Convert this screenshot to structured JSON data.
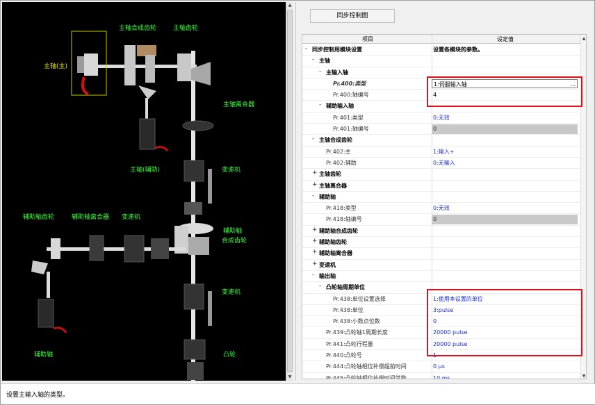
{
  "diagram": {
    "labels": {
      "main_shaft_composite_gear": "主轴合成齿轮",
      "main_shaft_gear": "主轴齿轮",
      "main_shaft_main": "主轴(主)",
      "main_shaft_clutch": "主轴离合器",
      "main_shaft_aux": "主轴(辅助)",
      "transmission_1": "变速机",
      "aux_shaft_gear": "辅助轴齿轮",
      "aux_shaft_clutch": "辅助轴离合器",
      "transmission_2": "变速机",
      "aux_composite_gear_line1": "辅助轴",
      "aux_composite_gear_line2": "合成齿轮",
      "transmission_3": "变速机",
      "aux_shaft": "辅助轴",
      "cam": "凸轮"
    },
    "colors": {
      "label_green": "#33ff33",
      "label_yellow": "#e8e000",
      "background": "#000000"
    }
  },
  "panel": {
    "sync_button": "同步控制图",
    "header": {
      "item": "项目",
      "value": "设定值"
    },
    "rows": [
      {
        "sign": "-",
        "name": "同步控制用模块设置",
        "value": "设置各模块的参数。",
        "level": 0,
        "name_style": "bold",
        "value_style": "bold"
      },
      {
        "sign": "-",
        "name": "主轴",
        "value": "",
        "level": 1,
        "name_style": "bold"
      },
      {
        "sign": "-",
        "name": "主输入轴",
        "value": "",
        "level": 2,
        "name_style": "bold"
      },
      {
        "sign": "",
        "name": "Pr.400:类型",
        "value": "1:伺服输入轴",
        "level": 3,
        "name_style": "italic",
        "value_style": "editbox"
      },
      {
        "sign": "",
        "name": "Pr.400:轴编号",
        "value": "4",
        "level": 3,
        "name_style": "normal",
        "value_style": "dark"
      },
      {
        "sign": "-",
        "name": "辅助输入轴",
        "value": "",
        "level": 2,
        "name_style": "bold"
      },
      {
        "sign": "",
        "name": "Pr.401:类型",
        "value": "0:无效",
        "level": 3,
        "name_style": "normal",
        "value_style": "blue"
      },
      {
        "sign": "",
        "name": "Pr.401:轴编号",
        "value": "0",
        "level": 3,
        "name_style": "normal",
        "value_style": "gray"
      },
      {
        "sign": "-",
        "name": "主轴合成齿轮",
        "value": "",
        "level": 1,
        "name_style": "bold"
      },
      {
        "sign": "",
        "name": "Pr.402:主",
        "value": "1:输入+",
        "level": 2,
        "name_style": "normal",
        "value_style": "blue"
      },
      {
        "sign": "",
        "name": "Pr.402:辅助",
        "value": "0:无输入",
        "level": 2,
        "name_style": "normal",
        "value_style": "blue"
      },
      {
        "sign": "+",
        "name": "主轴齿轮",
        "value": "",
        "level": 1,
        "name_style": "bold"
      },
      {
        "sign": "+",
        "name": "主轴离合器",
        "value": "",
        "level": 1,
        "name_style": "bold"
      },
      {
        "sign": "-",
        "name": "辅助轴",
        "value": "",
        "level": 1,
        "name_style": "bold"
      },
      {
        "sign": "",
        "name": "Pr.418:类型",
        "value": "0:无效",
        "level": 2,
        "name_style": "normal",
        "value_style": "blue"
      },
      {
        "sign": "",
        "name": "Pr.418:轴编号",
        "value": "0",
        "level": 2,
        "name_style": "normal",
        "value_style": "gray"
      },
      {
        "sign": "+",
        "name": "辅助轴合成齿轮",
        "value": "",
        "level": 1,
        "name_style": "bold"
      },
      {
        "sign": "+",
        "name": "辅助轴齿轮",
        "value": "",
        "level": 1,
        "name_style": "bold"
      },
      {
        "sign": "+",
        "name": "辅助轴离合器",
        "value": "",
        "level": 1,
        "name_style": "bold"
      },
      {
        "sign": "+",
        "name": "变速机",
        "value": "",
        "level": 1,
        "name_style": "bold"
      },
      {
        "sign": "-",
        "name": "输出轴",
        "value": "",
        "level": 1,
        "name_style": "bold"
      },
      {
        "sign": "-",
        "name": "凸轮轴周期单位",
        "value": "",
        "level": 2,
        "name_style": "bold"
      },
      {
        "sign": "",
        "name": "Pr.438:单位设置选择",
        "value": "1:使用本设置的单位",
        "level": 3,
        "name_style": "normal",
        "value_style": "blue"
      },
      {
        "sign": "",
        "name": "Pr.438:单位",
        "value": "3:pulse",
        "level": 3,
        "name_style": "normal",
        "value_style": "blue"
      },
      {
        "sign": "",
        "name": "Pr.438:小数点位数",
        "value": "0",
        "level": 3,
        "name_style": "normal",
        "value_style": "blue"
      },
      {
        "sign": "",
        "name": "Pr.439:凸轮轴1周期长度",
        "value": "20000 pulse",
        "level": 2,
        "name_style": "normal",
        "value_style": "blue"
      },
      {
        "sign": "",
        "name": "Pr.441:凸轮行程量",
        "value": "20000 pulse",
        "level": 2,
        "name_style": "normal",
        "value_style": "blue"
      },
      {
        "sign": "",
        "name": "Pr.440:凸轮号",
        "value": "1",
        "level": 2,
        "name_style": "normal",
        "value_style": "blue"
      },
      {
        "sign": "",
        "name": "Pr.444:凸轮轴相位补偿超前时间",
        "value": "0 μs",
        "level": 2,
        "name_style": "normal",
        "value_style": "blue"
      },
      {
        "sign": "",
        "name": "Pr.445:凸轮轴相位补偿时间常数",
        "value": "10 ms",
        "level": 2,
        "name_style": "normal",
        "value_style": "blue"
      }
    ],
    "dots_button": "..."
  },
  "status_bar": {
    "text": "设置主输入轴的类型。"
  },
  "highlight_color": "#e0101a"
}
